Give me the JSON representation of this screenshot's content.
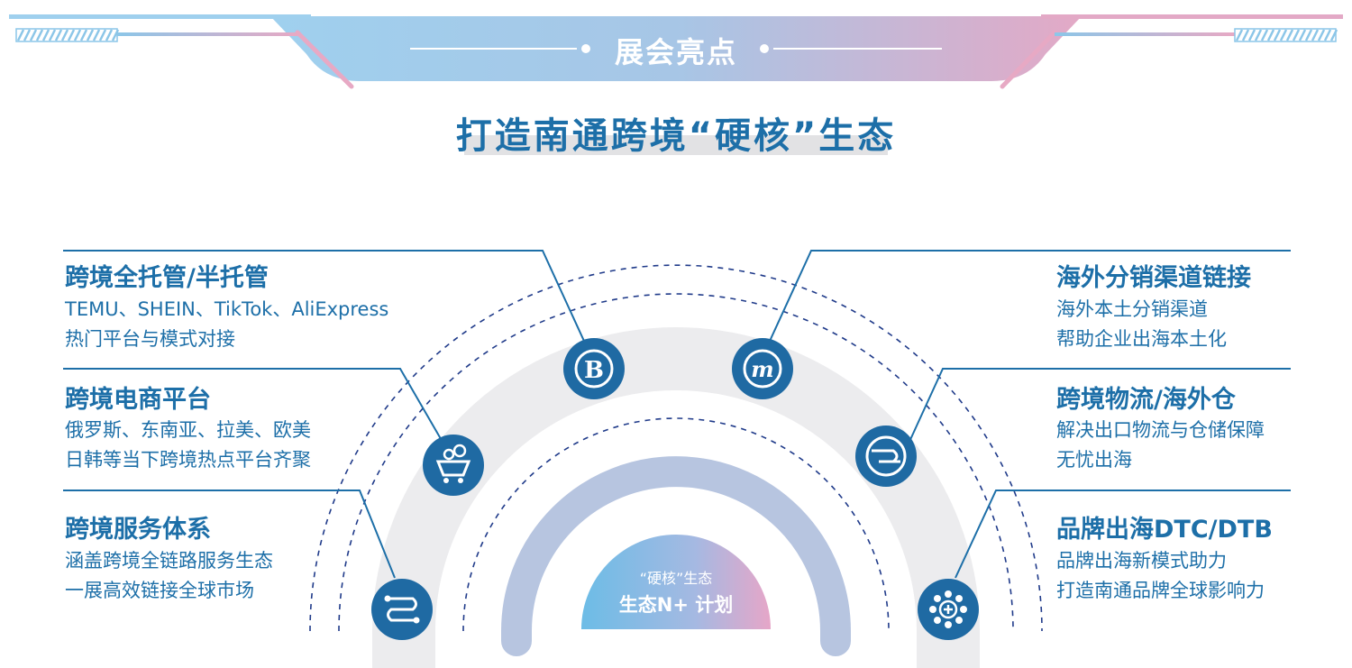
{
  "banner": {
    "title": "展会亮点"
  },
  "main_title": "打造南通跨境“硬核”生态",
  "center": {
    "line1": "“硬核”生态",
    "line2": "生态N+ 计划"
  },
  "left_blocks": [
    {
      "title": "跨境全托管/半托管",
      "lines": [
        "TEMU、SHEIN、TikTok、AliExpress",
        "热门平台与模式对接"
      ],
      "icon": "b-coin-icon"
    },
    {
      "title": "跨境电商平台",
      "lines": [
        "俄罗斯、东南亚、拉美、欧美",
        "日韩等当下跨境热点平台齐聚"
      ],
      "icon": "mine-cart-icon"
    },
    {
      "title": "跨境服务体系",
      "lines": [
        "涵盖跨境全链路服务生态",
        "一展高效链接全球巿场"
      ],
      "icon": "route-icon"
    }
  ],
  "right_blocks": [
    {
      "title": "海外分销渠道链接",
      "lines": [
        "海外本土分销渠道",
        "帮助企业出海本土化"
      ],
      "icon": "m-logo-icon"
    },
    {
      "title": "跨境物流/海外仓",
      "lines": [
        "解决出口物流与仓储保障",
        "无忧出海"
      ],
      "icon": "logistics-swirl-icon"
    },
    {
      "title": "品牌出海DTC/DTB",
      "lines": [
        "品牌出海新模式助力",
        "打造南通品牌全球影响力"
      ],
      "icon": "gear-plus-icon"
    }
  ],
  "colors": {
    "primary_blue": "#1d6fa8",
    "banner_light_blue": "#8cc6e8",
    "banner_pink": "#e7a9c4",
    "arc_gray": "#ececee",
    "inner_arc": "#b7c5e0"
  }
}
